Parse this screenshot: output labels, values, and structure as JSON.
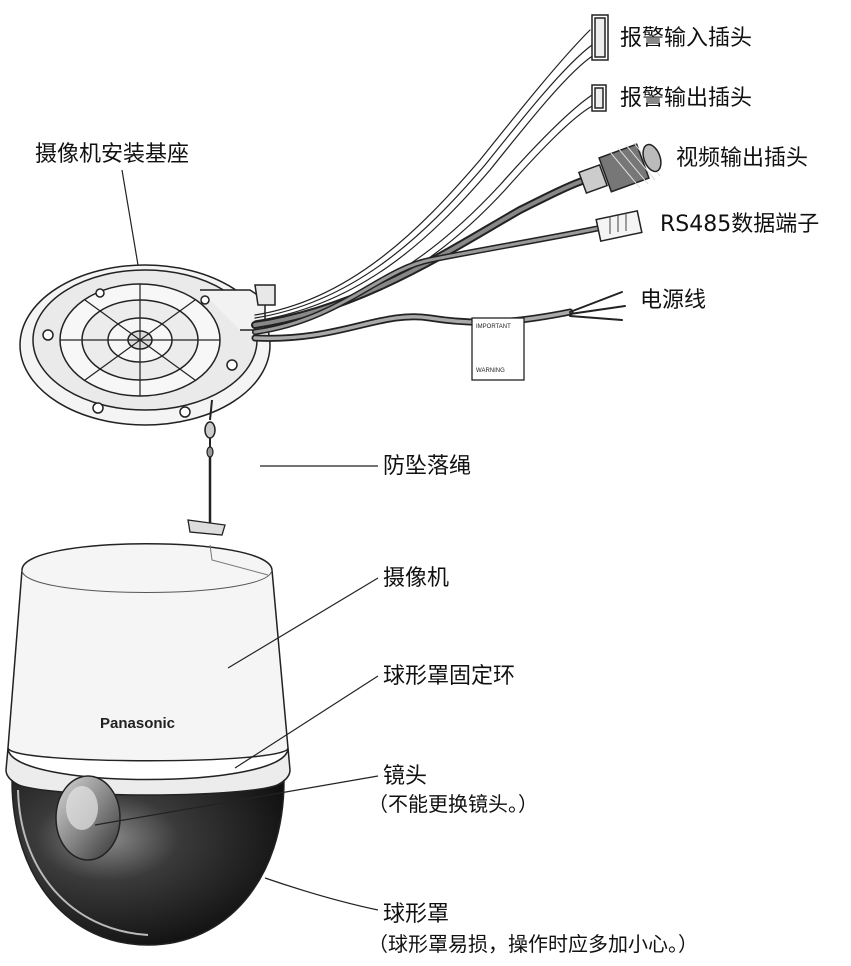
{
  "labels": {
    "alarm_input": "报警输入插头",
    "alarm_output": "报警输出插头",
    "video_output": "视频输出插头",
    "rs485": "RS485数据端子",
    "power": "电源线",
    "mount_base": "摄像机安装基座",
    "safety_wire": "防坠落绳",
    "camera": "摄像机",
    "dome_ring": "球形罩固定环",
    "lens": "镜头",
    "lens_note": "（不能更换镜头。）",
    "dome": "球形罩",
    "dome_note": "（球形罩易损，操作时应多加小心。）"
  },
  "brand": "Panasonic",
  "tag_texts": {
    "top": "IMPORTANT",
    "bottom": "WARNING"
  }
}
